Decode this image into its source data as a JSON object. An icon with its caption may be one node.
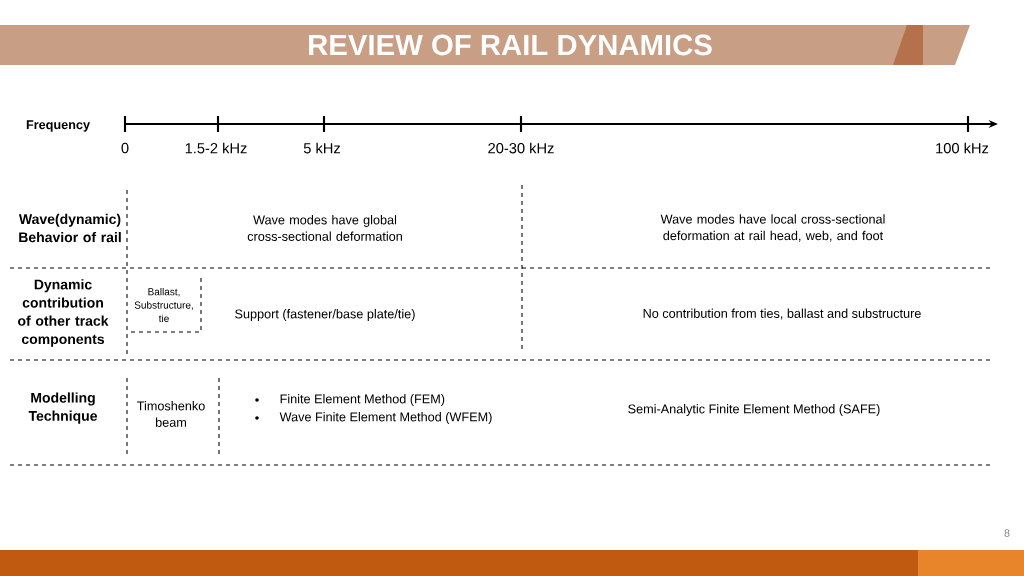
{
  "diagram": {
    "title": "REVIEW OF RAIL DYNAMICS",
    "nodes": [
      {
        "text": [
          "Ballast, Substructure, tie"
        ]
      }
    ],
    "labels": [
      "Frequency",
      "0",
      "1.5-2 kHz",
      "5 kHz",
      "20-30 kHz",
      "100 kHz",
      "Wave(dynamic) Behavior of rail",
      "Wave modes have global cross-sectional deformation",
      "Wave modes have local cross-sectional deformation at rail head, web, and foot",
      "Dynamic contribution of other track components",
      "Support (fastener/base plate/tie)",
      "No contribution from ties, ballast and substructure",
      "Modelling Technique",
      "Timoshenko beam",
      "Finite Element Method (FEM)",
      "Wave Finite Element Method (WFEM)",
      "Semi-Analytic Finite Element Method (SAFE)",
      "8"
    ]
  }
}
